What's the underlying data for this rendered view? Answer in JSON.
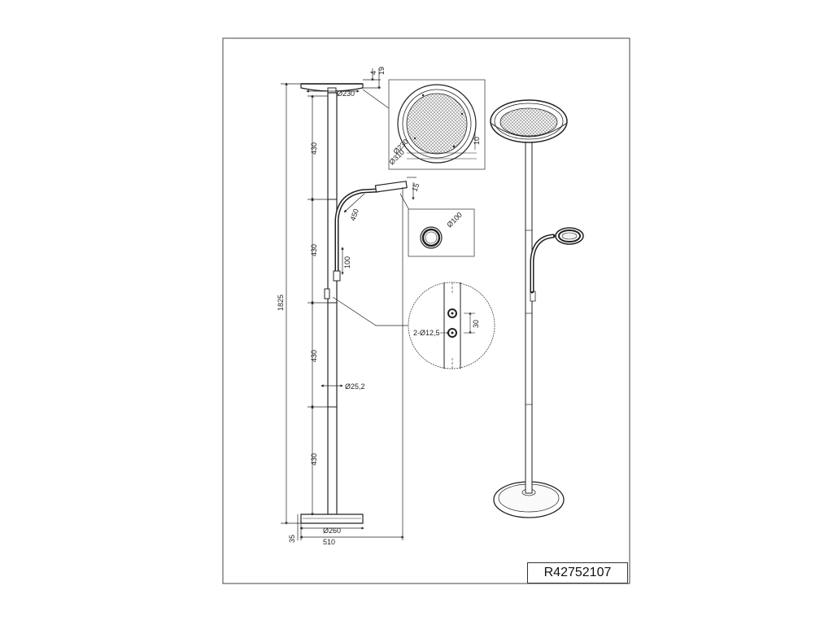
{
  "product_code": "R42752107",
  "dimensions": {
    "top_4": "4",
    "top_19": "19",
    "top_dia": "Ø230",
    "seg_1": "430",
    "seg_2": "430",
    "seg_3": "430",
    "seg_4": "430",
    "total_height": "1825",
    "base_height": "35",
    "base_dia": "Ø260",
    "width": "510",
    "arm_450": "450",
    "arm_100": "100",
    "head_15": "15",
    "tube_dia": "Ø25,2"
  },
  "detail_top": {
    "inner_dia": "Ø230",
    "outer_dia": "Ø310",
    "thickness": "10"
  },
  "detail_reading": {
    "dia": "Ø100"
  },
  "detail_switch": {
    "holes": "2-Ø12,5",
    "spacing": "30"
  }
}
